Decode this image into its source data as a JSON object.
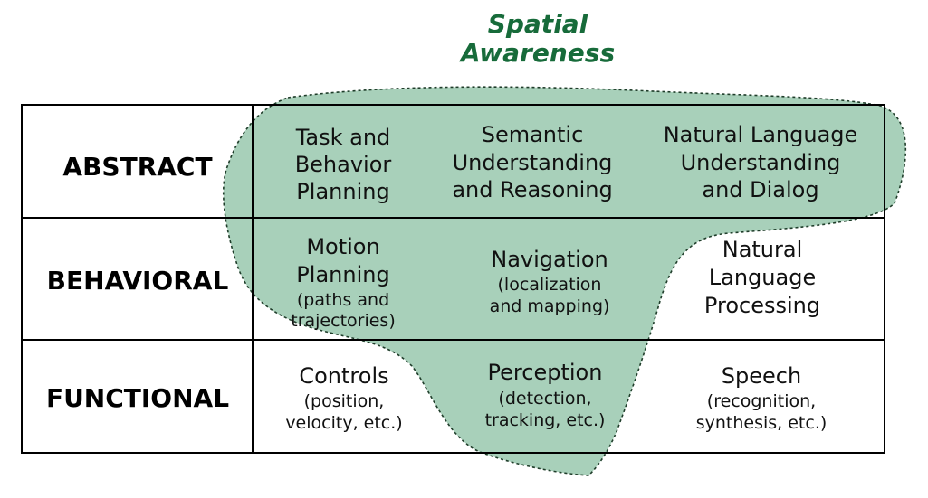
{
  "title": {
    "line1": "Spatial",
    "line2": "Awareness"
  },
  "colors": {
    "title": "#176b3a",
    "region_fill": "#9cc9b0",
    "region_stroke": "#1f3d2a",
    "grid": "#000000"
  },
  "rows": [
    {
      "label": "ABSTRACT"
    },
    {
      "label": "BEHAVIORAL"
    },
    {
      "label": "FUNCTIONAL"
    }
  ],
  "cells": {
    "task_planning": {
      "lines": [
        "Task and",
        "Behavior",
        "Planning"
      ]
    },
    "semantic_understanding": {
      "lines": [
        "Semantic",
        "Understanding",
        "and Reasoning"
      ]
    },
    "nl_dialog": {
      "lines": [
        "Natural Language",
        "Understanding",
        "and Dialog"
      ]
    },
    "motion_planning": {
      "main": [
        "Motion",
        "Planning"
      ],
      "sub": [
        "(paths and",
        "trajectories)"
      ]
    },
    "navigation": {
      "main": [
        "Navigation"
      ],
      "sub": [
        "(localization",
        "and mapping)"
      ]
    },
    "nlp": {
      "main": [
        "Natural",
        "Language",
        "Processing"
      ]
    },
    "controls": {
      "main": [
        "Controls"
      ],
      "sub": [
        "(position,",
        "velocity, etc.)"
      ]
    },
    "perception": {
      "main": [
        "Perception"
      ],
      "sub": [
        "(detection,",
        "tracking, etc.)"
      ]
    },
    "speech": {
      "main": [
        "Speech"
      ],
      "sub": [
        "(recognition,",
        "synthesis, etc.)"
      ]
    }
  }
}
